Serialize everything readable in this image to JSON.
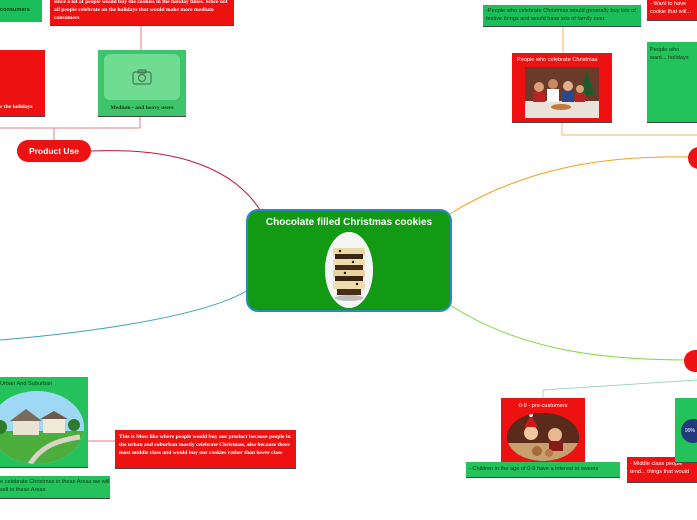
{
  "central_topic": {
    "title": "Chocolate filled Christmas cookies"
  },
  "branches": {
    "product_use": "Product Use"
  },
  "top_left": {
    "consumers_fragment": "consumers",
    "holiday_note": "since a lot of people would buy the cookies in the holiday times. Since not all people celebrate on the holidays that would make more medium consumers",
    "holidays_fragment": "r the holidays",
    "users_label": "Medium - and heavy users"
  },
  "top_right": {
    "festive_note": "-People who celebrate Christmas would generally buy lots of festive things and would have lots of family over.",
    "celebrate_label": "People who celebrate Christmas",
    "want_note": "- Want to have cookie that will...",
    "holidays_note": "People who want... holidays"
  },
  "bottom_left": {
    "urban_label": "Urban And Suburban",
    "urban_note": "This is Most like where people would buy our product because people in the urban and suburban mostly celebrate Christmas, also because there most middle class and would buy our cookies rather than lower class",
    "areas_note": "e celebrate Christmas in these Areas we will sell in these Areas"
  },
  "bottom_right": {
    "age_label": "0-9 - pre-customers",
    "children_note": "- Children in the age of 0-9 have a interest in sweets",
    "middle_class_note": "- Middle class people tend... things that would make t...",
    "badge_text": "99%"
  },
  "colors": {
    "center": "#139a14",
    "branch_red": "#ee1111",
    "leaf_green": "#1bbf5a",
    "line_crimson": "#c0143c",
    "line_orange": "#f0a020",
    "line_lime": "#7dd83a"
  }
}
